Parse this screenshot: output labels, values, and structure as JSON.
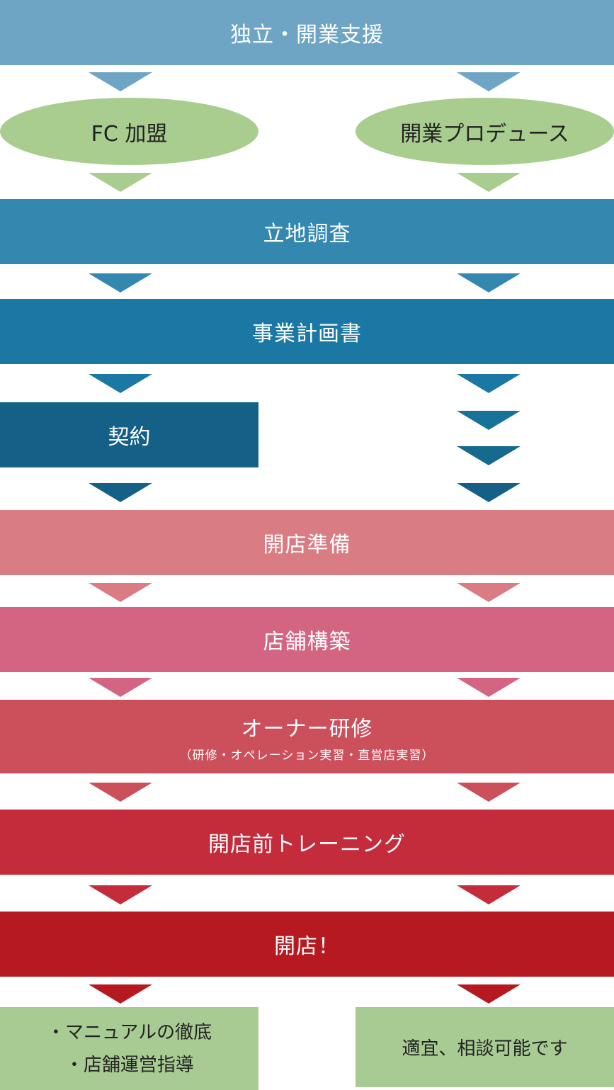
{
  "top": {
    "title": "独立・開業支援"
  },
  "branches": {
    "left": "FC 加盟",
    "right": "開業プロデュース"
  },
  "steps": {
    "site_survey": "立地調査",
    "business_plan": "事業計画書",
    "contract": "契約",
    "prep": "開店準備",
    "construction": "店舗構築",
    "owner_training": "オーナー研修",
    "owner_training_sub": "（研修・オペレーション実習・直営店実習）",
    "pre_open_training": "開店前トレーニング",
    "open": "開店！"
  },
  "notes": {
    "left": [
      "・マニュアルの徹底",
      "・店舗運営指導"
    ],
    "right": "適宜、相談可能です"
  },
  "colors": {
    "top": "#6fa5c4",
    "branch": "#a8cd8f",
    "site_survey": "#3488b0",
    "business_plan": "#1b77a4",
    "contract": "#146086",
    "prep": "#d97c84",
    "construction": "#d36583",
    "owner_training": "#cc4f5c",
    "pre_open_training": "#c42b3b",
    "open": "#b6191f",
    "note": "#a8cb93"
  }
}
